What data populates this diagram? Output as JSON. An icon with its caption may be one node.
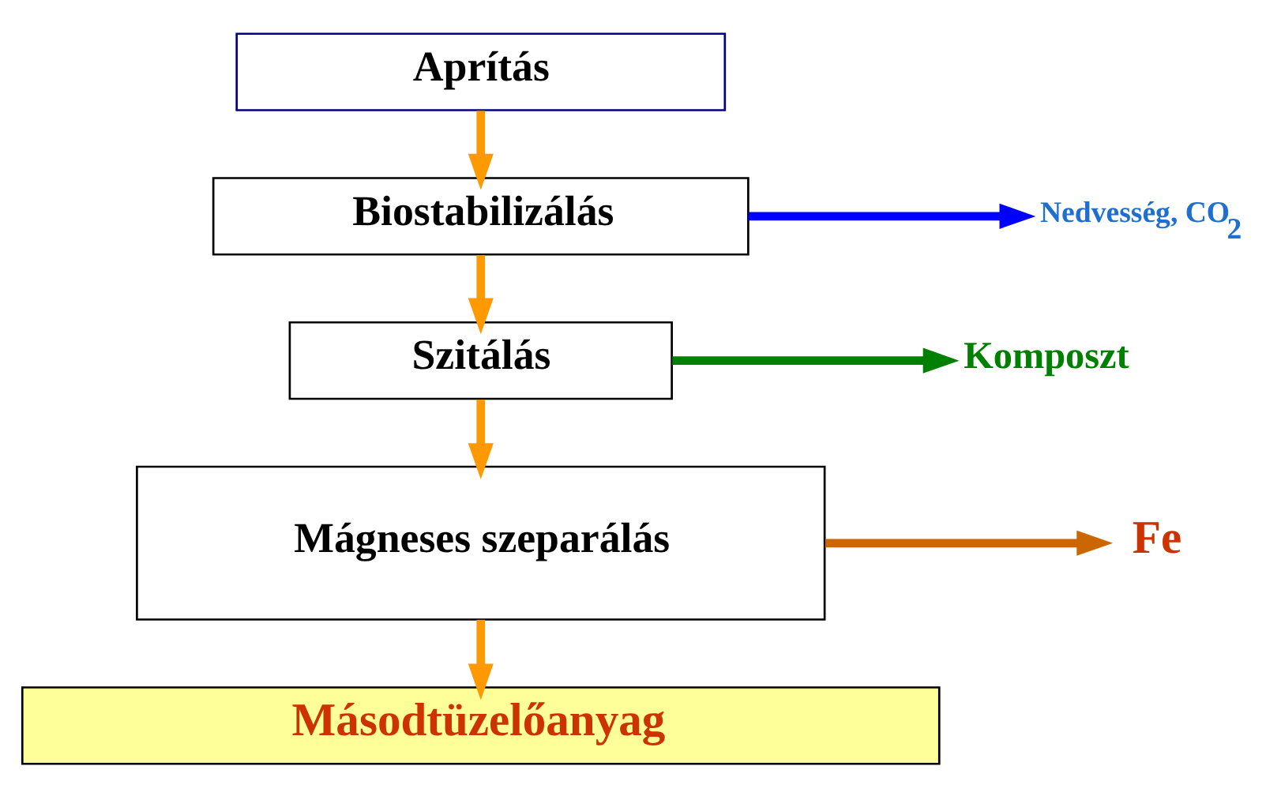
{
  "diagram": {
    "nodes": [
      {
        "text": [
          "Aprítás"
        ]
      },
      {
        "text": [
          "Biostabilizálás"
        ]
      },
      {
        "text": [
          "Szitálás"
        ]
      },
      {
        "text": [
          "Mágneses szeparálás"
        ]
      },
      {
        "text": [
          "Másodtüzelőanyag"
        ]
      },
      {
        "text": [
          "Nedvesség, CO$_{2}$"
        ]
      },
      {
        "text": [
          "Komposzt"
        ]
      },
      {
        "text": [
          "Fe"
        ]
      }
    ],
    "edges": [
      {
        "from": 0,
        "to": 1,
        "arrow": "to"
      },
      {
        "from": 1,
        "to": 2,
        "arrow": "to"
      },
      {
        "from": 2,
        "to": 3,
        "arrow": "to"
      },
      {
        "from": 3,
        "to": 4,
        "arrow": "to"
      },
      {
        "from": 1,
        "to": 5,
        "arrow": "to",
        "color": "#0000ff"
      },
      {
        "from": 2,
        "to": 6,
        "arrow": "to",
        "color": "#008000"
      },
      {
        "from": 3,
        "to": 7,
        "arrow": "to",
        "color": "#cc6600"
      }
    ]
  }
}
